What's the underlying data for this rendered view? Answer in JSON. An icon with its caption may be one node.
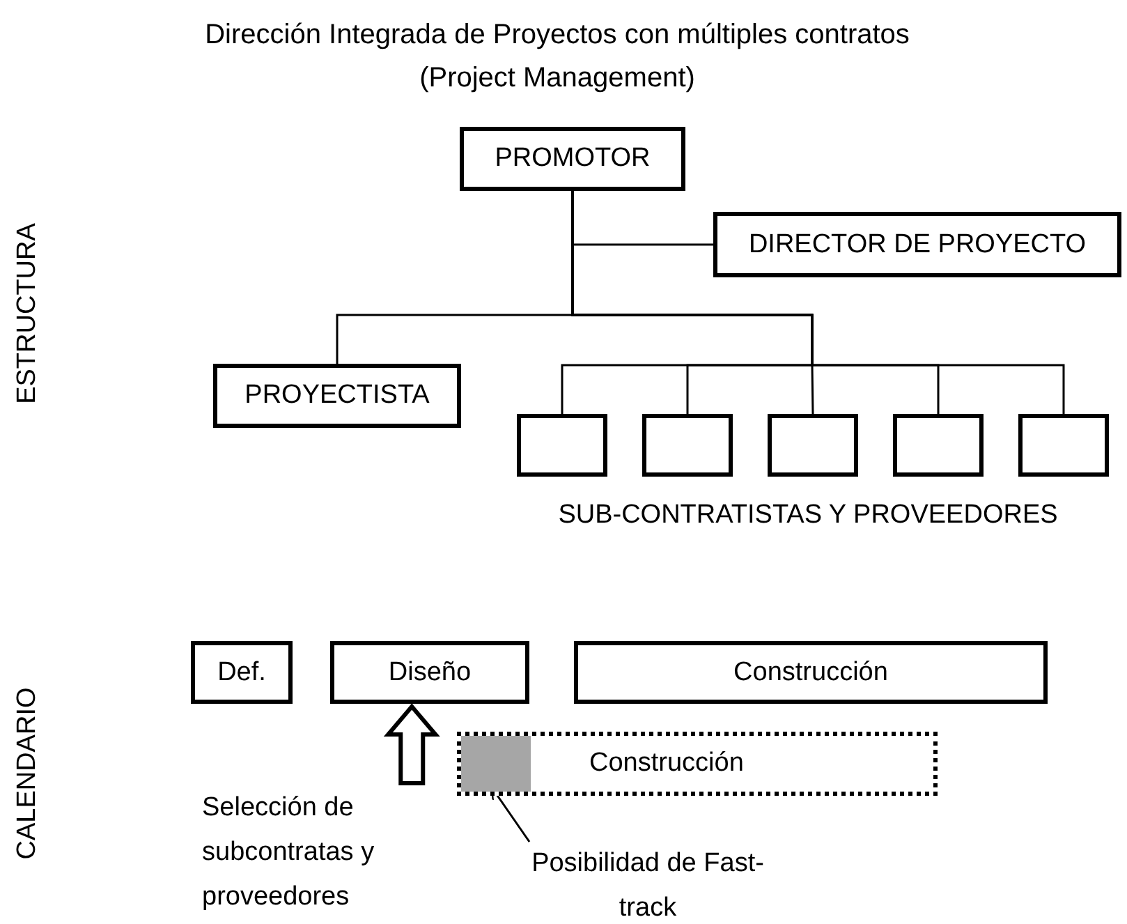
{
  "diagram": {
    "title": "Dirección Integrada de Proyectos  con múltiples contratos (Project Management)",
    "nodes": [
      {
        "text": [
          "PROMOTOR"
        ]
      },
      {
        "text": [
          "DIRECTOR DE PROYECTO"
        ]
      },
      {
        "text": [
          "PROYECTISTA"
        ]
      },
      {
        "text": [],
        "shape": "box"
      },
      {
        "text": [],
        "shape": "box"
      },
      {
        "text": [],
        "shape": "box"
      },
      {
        "text": [],
        "shape": "box"
      },
      {
        "text": [],
        "shape": "box"
      },
      {
        "text": [
          "Def."
        ]
      },
      {
        "text": [
          "Diseño"
        ]
      },
      {
        "text": [
          "Construcción"
        ]
      },
      {
        "text": [
          "Construcción"
        ]
      },
      {
        "text": [],
        "shape": "box",
        "in": 11
      },
      {
        "text": [
          "Selección de subcontratas y proveedores"
        ]
      },
      {
        "text": [
          "Posibilidad de Fast-track"
        ]
      }
    ],
    "edges": [
      {
        "from": 0,
        "to": 1,
        "arrow": "none"
      },
      {
        "from": 0,
        "to": 2,
        "arrow": "none"
      },
      {
        "from": 0,
        "to": 3,
        "arrow": "none"
      },
      {
        "from": 0,
        "to": 4,
        "arrow": "none"
      },
      {
        "from": 0,
        "to": 5,
        "arrow": "none"
      },
      {
        "from": 0,
        "to": 6,
        "arrow": "none"
      },
      {
        "from": 0,
        "to": 7,
        "arrow": "none"
      },
      {
        "from": 13,
        "to": 9,
        "arrow": "to",
        "style": "thick"
      },
      {
        "from": 14,
        "to": 12,
        "arrow": "to"
      }
    ],
    "labels": [
      "ESTRUCTURA",
      "SUB-CONTRATISTAS Y PROVEEDORES",
      "CALENDARIO"
    ]
  }
}
